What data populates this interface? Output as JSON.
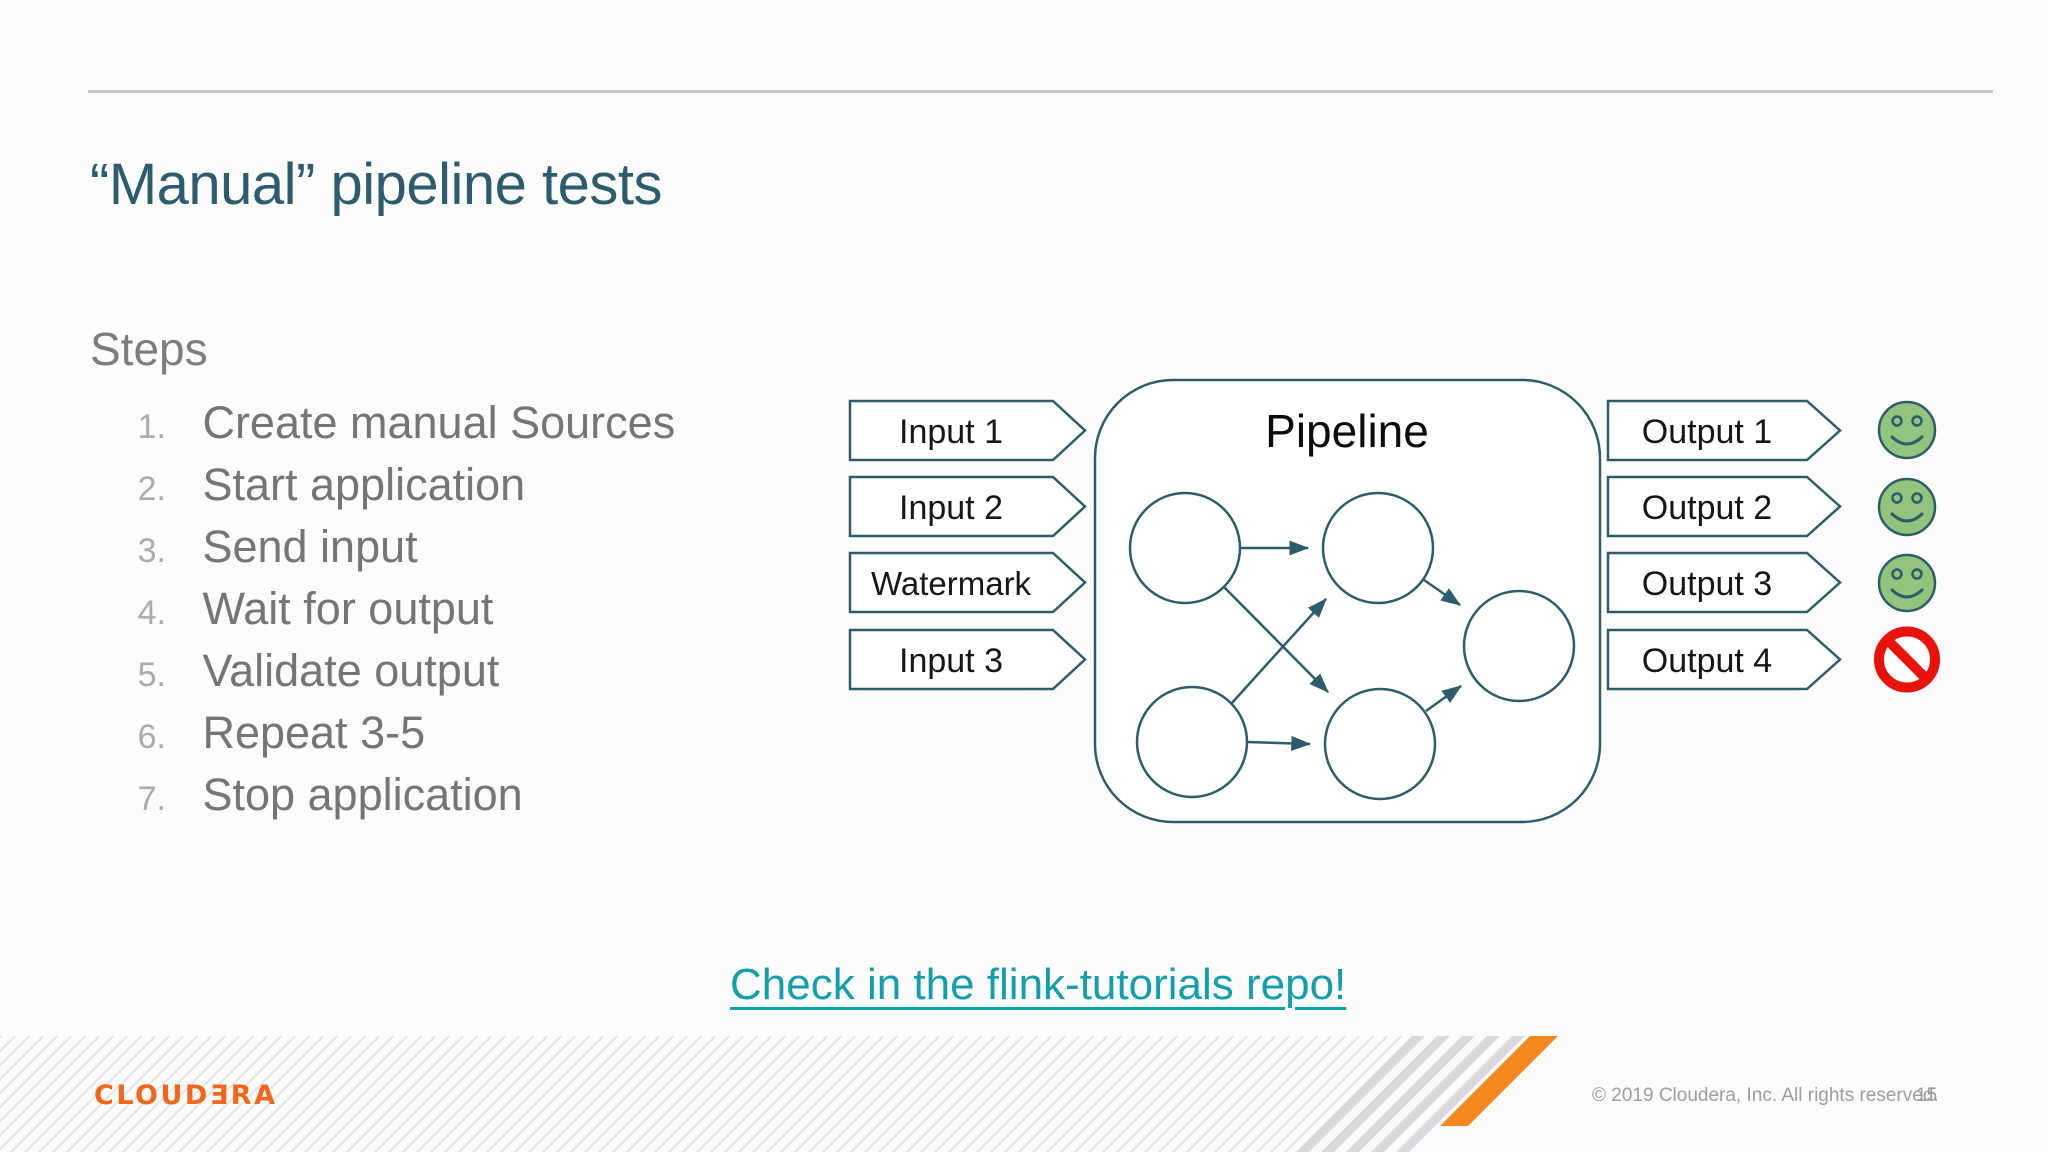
{
  "title": "“Manual” pipeline tests",
  "steps": {
    "heading": "Steps",
    "items": [
      {
        "num": "1.",
        "text": "Create manual Sources"
      },
      {
        "num": "2.",
        "text": "Start application"
      },
      {
        "num": "3.",
        "text": "Send input"
      },
      {
        "num": "4.",
        "text": "Wait for output"
      },
      {
        "num": "5.",
        "text": "Validate output"
      },
      {
        "num": "6.",
        "text": "Repeat 3-5"
      },
      {
        "num": "7.",
        "text": "Stop application"
      }
    ]
  },
  "diagram": {
    "pipeline_label": "Pipeline",
    "inputs": [
      "Input 1",
      "Input 2",
      "Watermark",
      "Input 3"
    ],
    "outputs": [
      {
        "label": "Output 1",
        "status": "happy"
      },
      {
        "label": "Output 2",
        "status": "happy"
      },
      {
        "label": "Output 3",
        "status": "happy"
      },
      {
        "label": "Output 4",
        "status": "blocked"
      }
    ]
  },
  "link": {
    "text": "Check in the flink-tutorials repo!"
  },
  "footer": {
    "logo": "CLOUDƎRA",
    "copyright": "© 2019 Cloudera, Inc. All rights reserved.",
    "page": "15"
  },
  "colors": {
    "title_teal": "#2d5c6c",
    "diagram_stroke": "#2d5d6b",
    "link_teal": "#129fab",
    "list_text_gray": "#757575",
    "list_num_gray": "#ababab",
    "smiley_green": "#93c47d",
    "no_entry_red": "#e8140c",
    "logo_orange": "#f2671a",
    "stripe_orange": "#f5871f",
    "rule_gray": "#c7c7c9"
  }
}
